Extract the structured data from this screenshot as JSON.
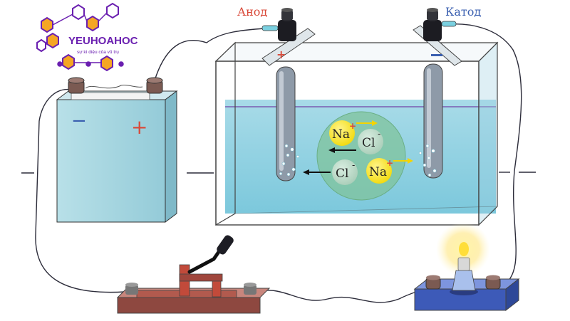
{
  "logo": {
    "title": "YEUHOAHOC",
    "subtitle": "sự kì diệu của vũ trụ",
    "colors": {
      "hex_orange": "#f5a623",
      "hex_purple": "#6a1fb0"
    }
  },
  "electrodes": {
    "anode": {
      "label": "Анод",
      "sign": "+",
      "color": "#d94a3a"
    },
    "cathode": {
      "label": "Катод",
      "sign": "−",
      "color": "#3a5fb0"
    }
  },
  "battery": {
    "neg_sign": "−",
    "pos_sign": "+"
  },
  "ions": {
    "na": "Na",
    "cl": "Cl",
    "na_charge": "+",
    "cl_charge": "-"
  },
  "colors": {
    "liquid": "#9fd6e4",
    "battery_body": "#a9d6e0",
    "switch_base": "#a0524a",
    "lamp_base": "#4a68c4"
  }
}
